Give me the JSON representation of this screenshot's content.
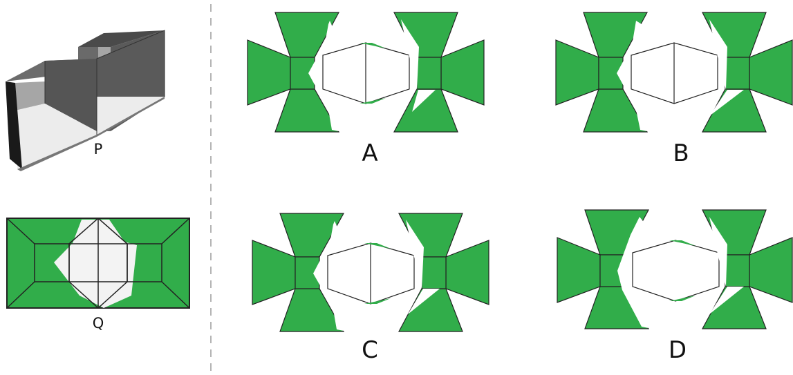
{
  "colors": {
    "green": "#31ad4a",
    "outline": "#222222",
    "divider": "#b4b4b4",
    "background": "#ffffff",
    "solid_dark": "#5a5a5a",
    "solid_mid": "#a6a6a6",
    "solid_light": "#ececec",
    "solid_black": "#1a1a1a"
  },
  "figures": {
    "solid_label": "P",
    "top_view_label": "Q"
  },
  "options": [
    {
      "label": "A"
    },
    {
      "label": "B"
    },
    {
      "label": "C"
    },
    {
      "label": "D"
    }
  ]
}
